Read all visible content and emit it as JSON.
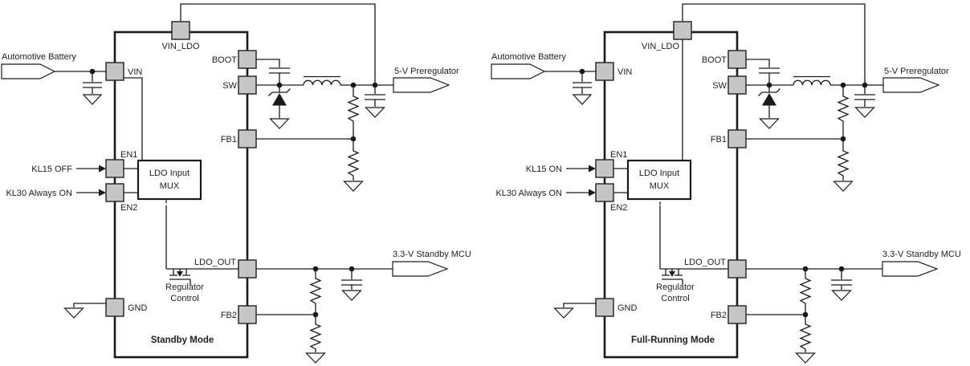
{
  "colors": {
    "wire": "#1a1a1a",
    "pin_fill": "#c6c6c6",
    "background": "#ffffff"
  },
  "diagrams": [
    {
      "mode_label": "Standby Mode",
      "input_label": "Automotive Battery",
      "en1_signal_label": "KL15 OFF",
      "en2_signal_label": "KL30 Always ON",
      "mux": {
        "line1": "LDO Input",
        "line2": "MUX"
      },
      "regulator_control": {
        "line1": "Regulator",
        "line2": "Control"
      },
      "output_5v_label": "5-V Preregulator",
      "output_3v3_label": "3.3-V Standby MCU",
      "pins": {
        "vin_ldo": "VIN_LDO",
        "vin": "VIN",
        "en1": "EN1",
        "en2": "EN2",
        "gnd": "GND",
        "boot": "BOOT",
        "sw": "SW",
        "fb1": "FB1",
        "ldo_out": "LDO_OUT",
        "fb2": "FB2"
      }
    },
    {
      "mode_label": "Full-Running Mode",
      "input_label": "Automotive Battery",
      "en1_signal_label": "KL15 ON",
      "en2_signal_label": "KL30 Always ON",
      "mux": {
        "line1": "LDO Input",
        "line2": "MUX"
      },
      "regulator_control": {
        "line1": "Regulator",
        "line2": "Control"
      },
      "output_5v_label": "5-V Preregulator",
      "output_3v3_label": "3.3-V Standby MCU",
      "pins": {
        "vin_ldo": "VIN_LDO",
        "vin": "VIN",
        "en1": "EN1",
        "en2": "EN2",
        "gnd": "GND",
        "boot": "BOOT",
        "sw": "SW",
        "fb1": "FB1",
        "ldo_out": "LDO_OUT",
        "fb2": "FB2"
      }
    }
  ]
}
